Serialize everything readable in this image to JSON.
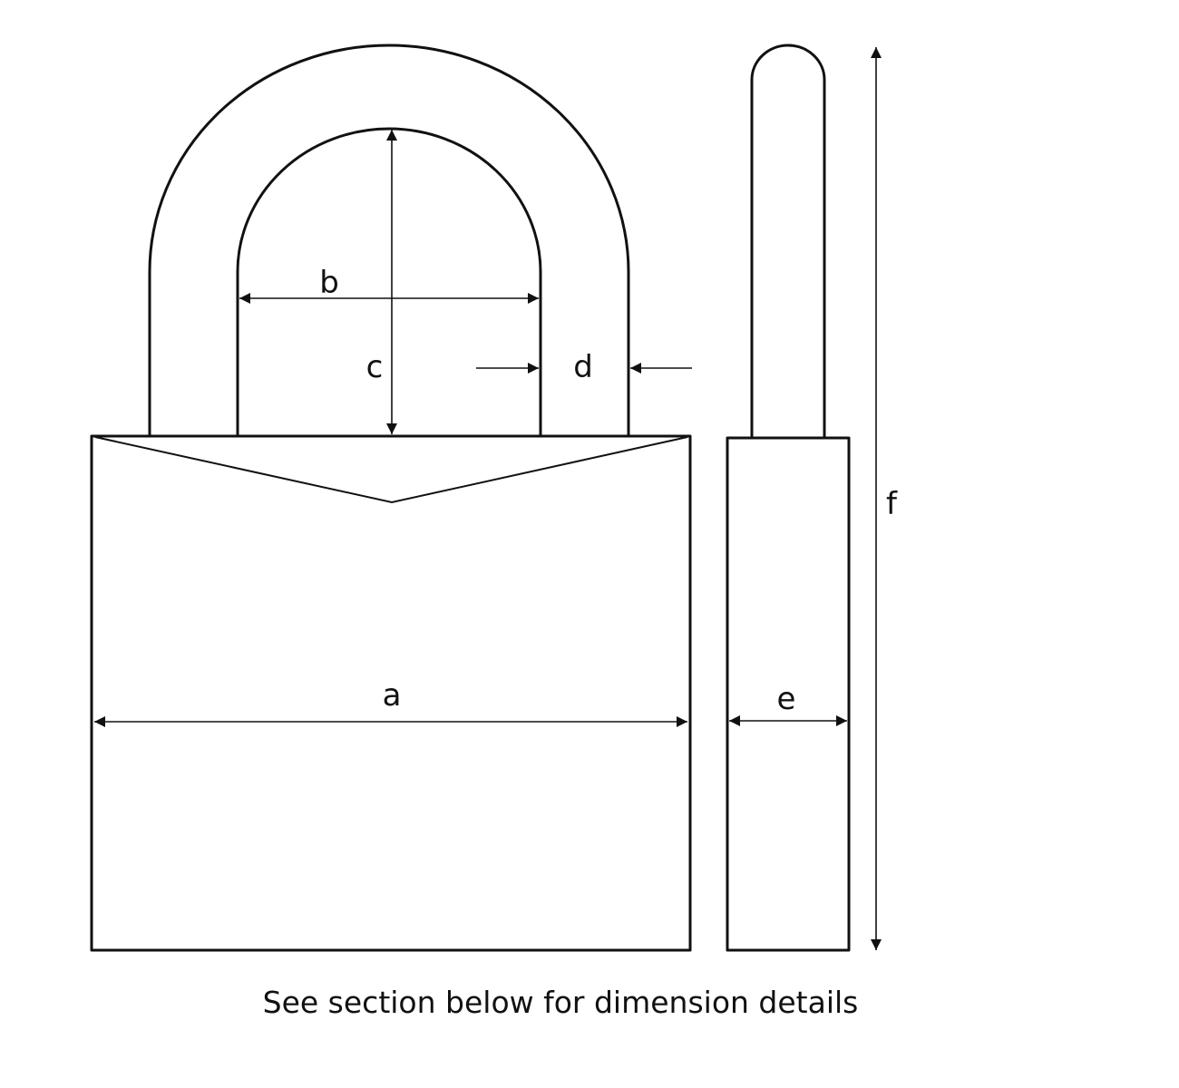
{
  "diagram": {
    "labels": {
      "a": "a",
      "b": "b",
      "c": "c",
      "d": "d",
      "e": "e",
      "f": "f"
    },
    "caption": "See section below for dimension details",
    "colors": {
      "line": "#111111",
      "background": "#ffffff"
    }
  }
}
